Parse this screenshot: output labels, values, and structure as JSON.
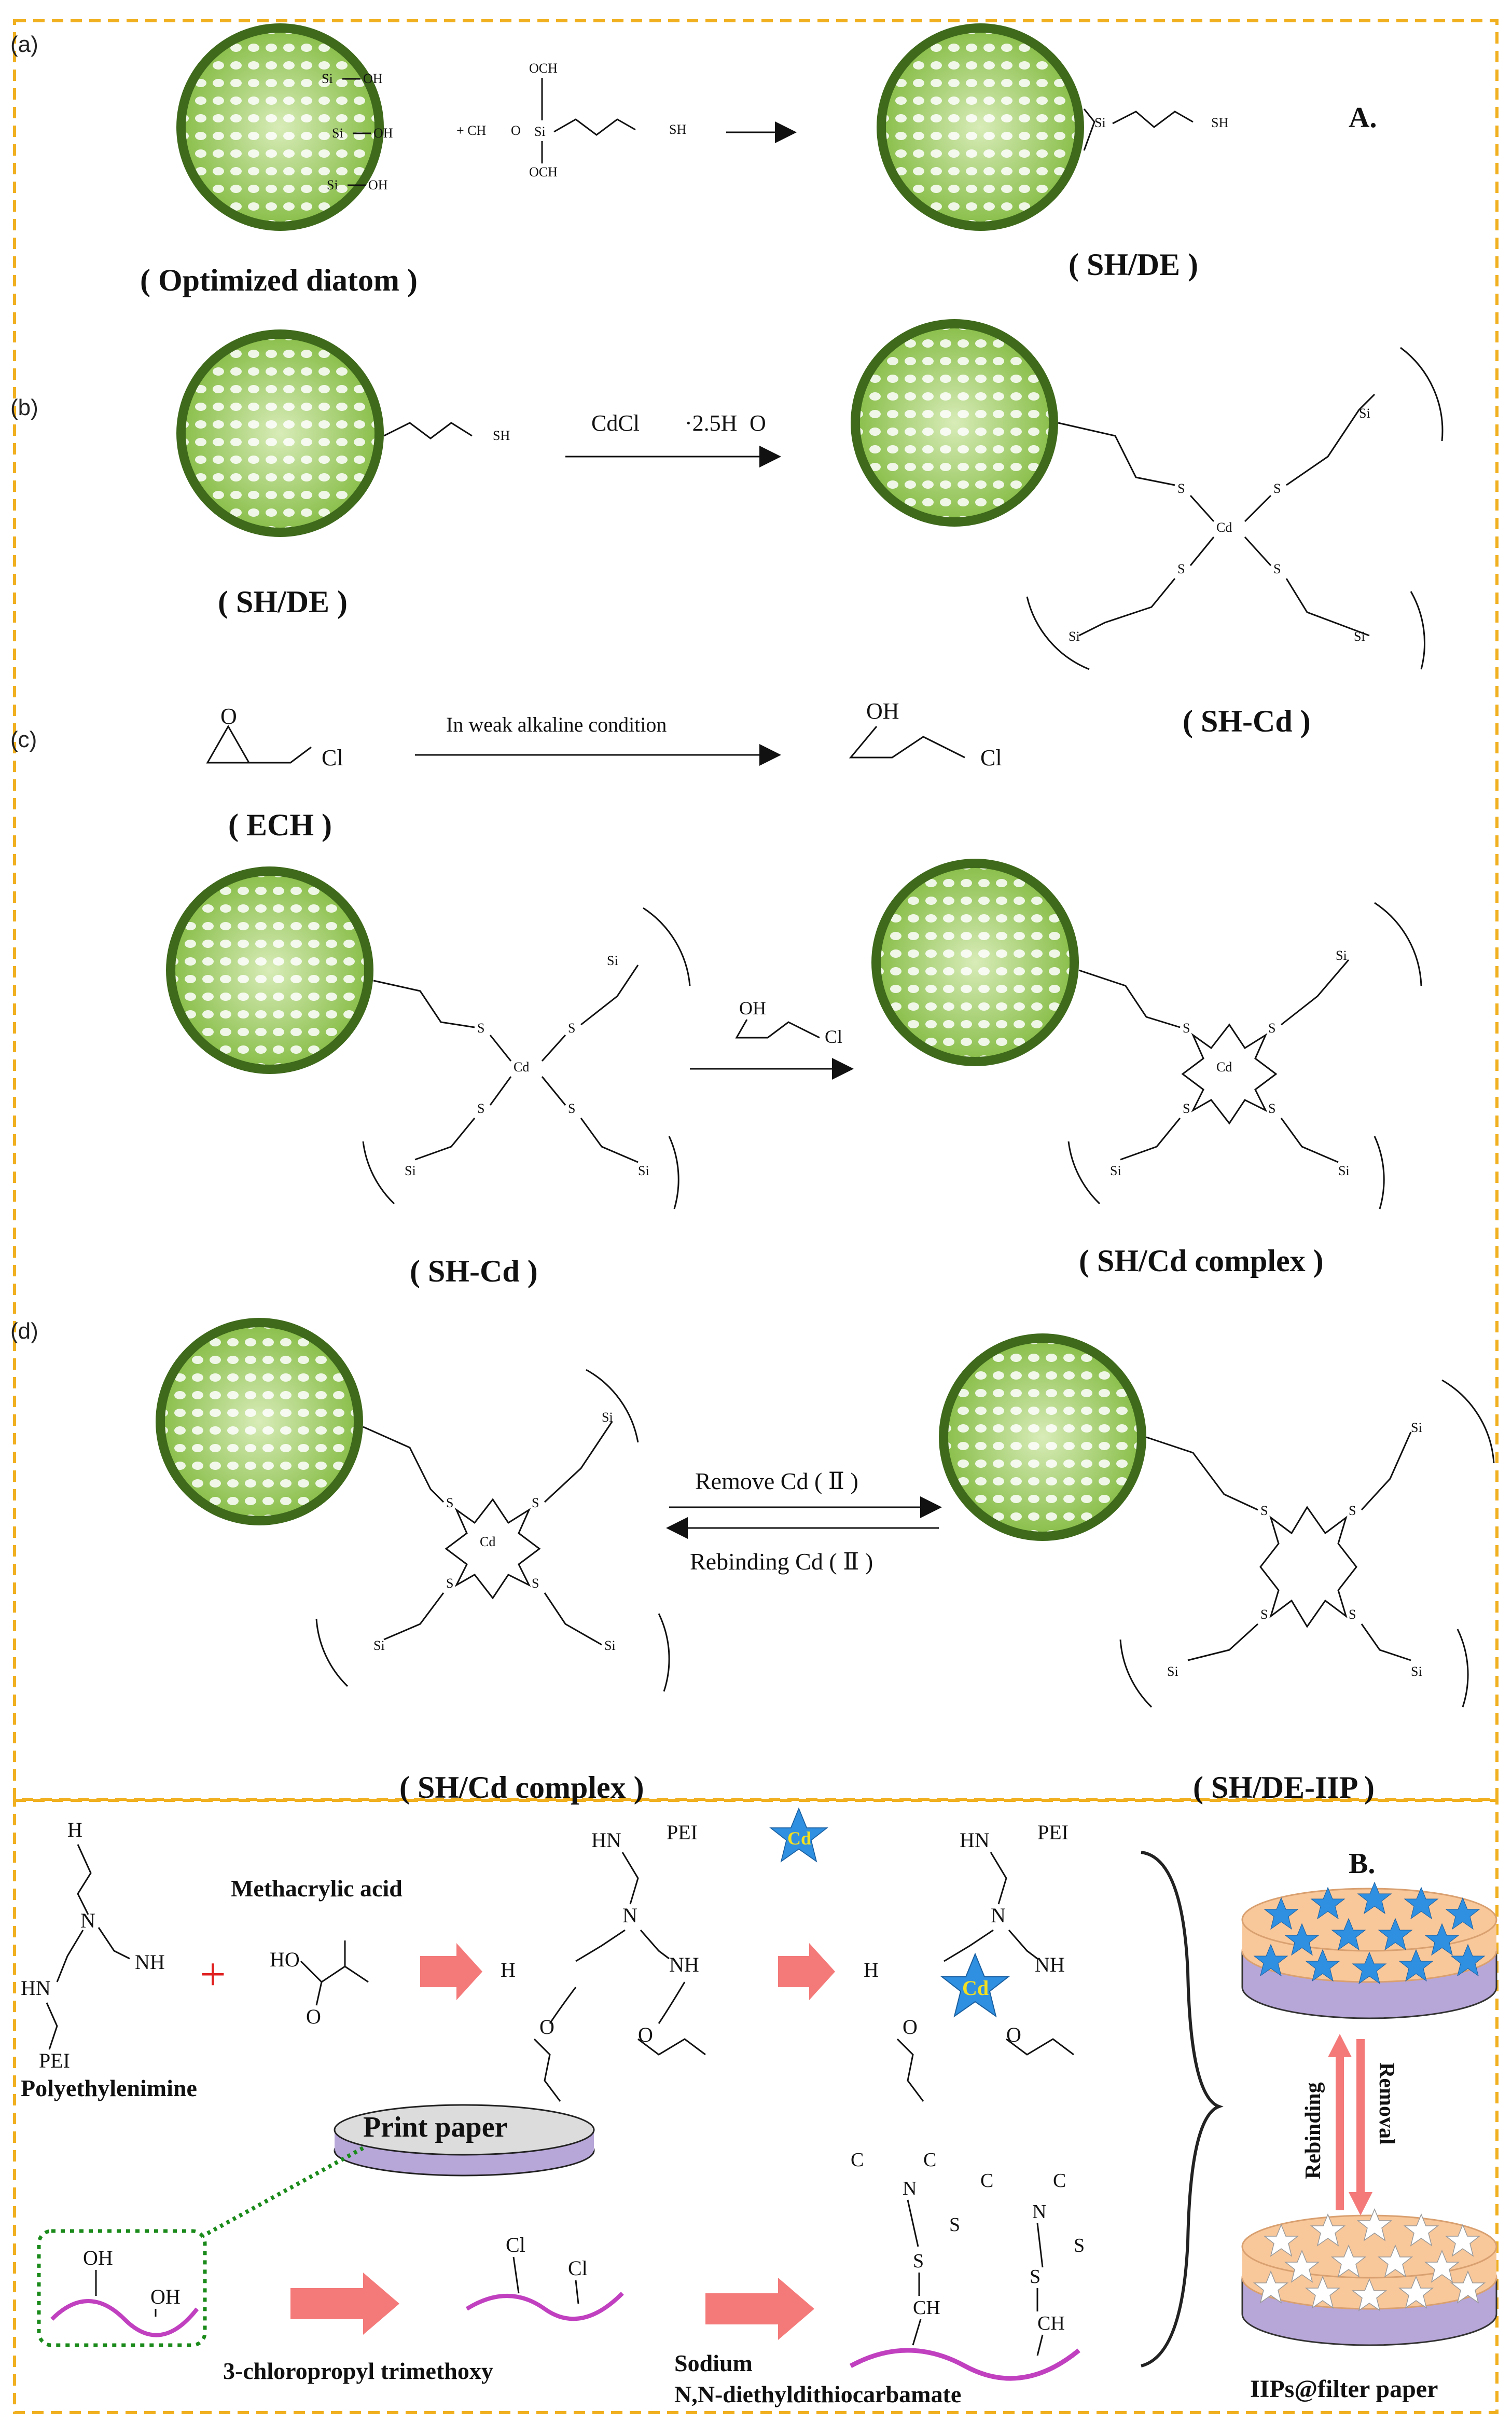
{
  "panel_a": {
    "letter": "(a)",
    "reagent_top": "OCH",
    "reagent_mid": "+ CH",
    "reagent_mid2": "O",
    "reagent_bot": "OCH",
    "sh": "SH",
    "si": "Si",
    "oh": "OH",
    "o": "O",
    "label_left": "( Optimized diatom )",
    "label_right": "( SH/DE )",
    "part_letter": "A."
  },
  "panel_b": {
    "letter": "(b)",
    "reagent": "CdCl",
    "reagent_tail": "·2.5H",
    "reagent_end": "O",
    "label_left": "( SH/DE )",
    "label_right": "( SH-Cd )",
    "cd": "Cd",
    "s": "S"
  },
  "panel_c": {
    "letter": "(c)",
    "condition": "In weak alkaline condition",
    "ech": "( ECH )",
    "cl": "Cl",
    "oh": "OH",
    "label_left": "( SH-Cd )",
    "label_right": "( SH/Cd complex )"
  },
  "panel_d": {
    "letter": "(d)",
    "remove": "Remove Cd ( Ⅱ )",
    "rebind": "Rebinding Cd ( Ⅱ )",
    "label_left": "( SH/Cd complex )",
    "label_right": "( SH/DE-IIP )"
  },
  "part_b": {
    "letter": "B.",
    "h2n": "H",
    "n": "N",
    "nh2": "NH",
    "hn": "HN",
    "pei": "PEI",
    "plus": "+",
    "methacrylic": "Methacrylic acid",
    "ho": "HO",
    "o": "O",
    "h3n": "H",
    "nh3": "NH",
    "cd": "Cd",
    "polyethylenimine": "Polyethylenimine",
    "print_paper": "Print  paper",
    "oh": "OH",
    "cl": "Cl",
    "c2h5": "C",
    "s": "S",
    "ch2": "CH",
    "chloropropyl": "3-chloropropyl trimethoxy",
    "sodium": "Sodium",
    "dtc": "N,N-diethyldithiocarbamate",
    "rebinding": "Rebinding",
    "removal": "Removal",
    "iips": "IIPs@filter paper"
  },
  "colors": {
    "frame": "#f0b020",
    "diatom_outer": "#3f6a1c",
    "diatom_inner": "#9ccb5c",
    "arrow_pink": "#f47a7a",
    "disk_top": "#f8c79a",
    "disk_side": "#b7a6d8",
    "star_blue": "#2f8fe0",
    "magenta": "#c040c0",
    "dotted_green": "#1a8a1a"
  }
}
